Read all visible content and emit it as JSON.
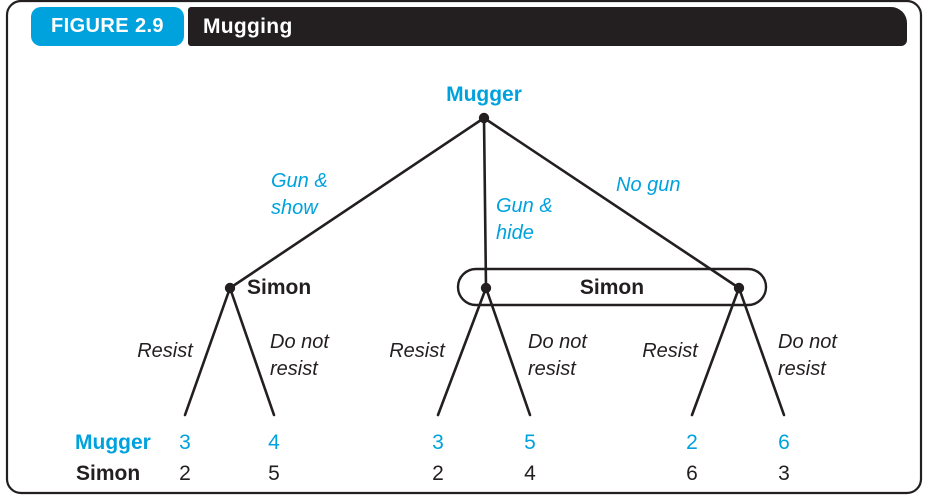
{
  "header": {
    "figure_label": "FIGURE 2.9",
    "figure_title": "Mugging"
  },
  "tree": {
    "root_player": "Mugger",
    "branch_gun_show": {
      "line1": "Gun &",
      "line2": "show"
    },
    "branch_gun_hide": {
      "line1": "Gun &",
      "line2": "hide"
    },
    "branch_no_gun": "No gun",
    "left_node_player": "Simon",
    "info_set_player": "Simon",
    "action_resist": "Resist",
    "action_do_not_resist": {
      "line1": "Do not",
      "line2": "resist"
    }
  },
  "payoffs": {
    "mugger_row_label": "Mugger",
    "simon_row_label": "Simon",
    "mugger": [
      "3",
      "4",
      "3",
      "5",
      "2",
      "6"
    ],
    "simon": [
      "2",
      "5",
      "2",
      "4",
      "6",
      "3"
    ]
  },
  "colors": {
    "accent": "#00A2DE",
    "ink": "#231F20"
  }
}
